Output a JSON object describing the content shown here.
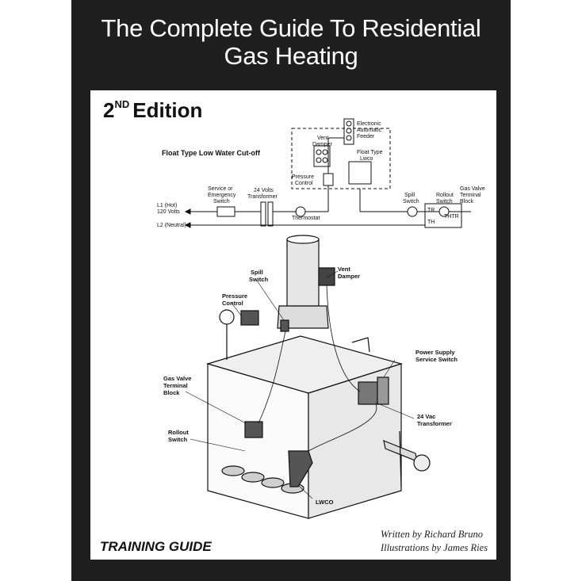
{
  "cover": {
    "title_line1": "The Complete Guide To Residential",
    "title_line2": "Gas Heating",
    "edition_sup": "ND",
    "edition_num": "2",
    "edition_word": "Edition",
    "series": "TRAINING GUIDE",
    "author": "Written by Richard Bruno",
    "illustrator": "Illustrations by James Ries"
  },
  "wiring": {
    "heading": "Float Type Low Water Cut-off",
    "l1_a": "L1 (Hot)",
    "l1_b": "120 Volts",
    "l2": "L2 (Neutral)",
    "service_a": "Service or",
    "service_b": "Emergency",
    "service_c": "Switch",
    "trans_a": "24 Volts",
    "trans_b": "Transformer",
    "thermostat": "Thermostat",
    "pressure_a": "Pressure",
    "pressure_b": "Control",
    "vent_a": "Vent",
    "vent_b": "Damper",
    "feeder_a": "Electronic",
    "feeder_b": "Automatic",
    "feeder_c": "Feeder",
    "float_a": "Float Type",
    "float_b": "Lwco",
    "spill_a": "Spill",
    "spill_b": "Switch",
    "rollout_a": "Rollout",
    "rollout_b": "Switch",
    "gvtb_a": "Gas Valve",
    "gvtb_b": "Terminal",
    "gvtb_c": "Block",
    "tr": "TR",
    "th": "TH",
    "thtr": "THTR"
  },
  "boiler": {
    "spill_a": "Spill",
    "spill_b": "Switch",
    "vent_a": "Vent",
    "vent_b": "Damper",
    "pressure_a": "Pressure",
    "pressure_b": "Control",
    "power_a": "Power Supply",
    "power_b": "Service Switch",
    "gvtb_a": "Gas Valve",
    "gvtb_b": "Terminal",
    "gvtb_c": "Block",
    "trans_a": "24 Vac",
    "trans_b": "Transformer",
    "rollout_a": "Rollout",
    "rollout_b": "Switch",
    "lwco": "LWCO"
  },
  "colors": {
    "cover": "#1f1f1f",
    "panel": "#ffffff",
    "ink": "#111111"
  }
}
